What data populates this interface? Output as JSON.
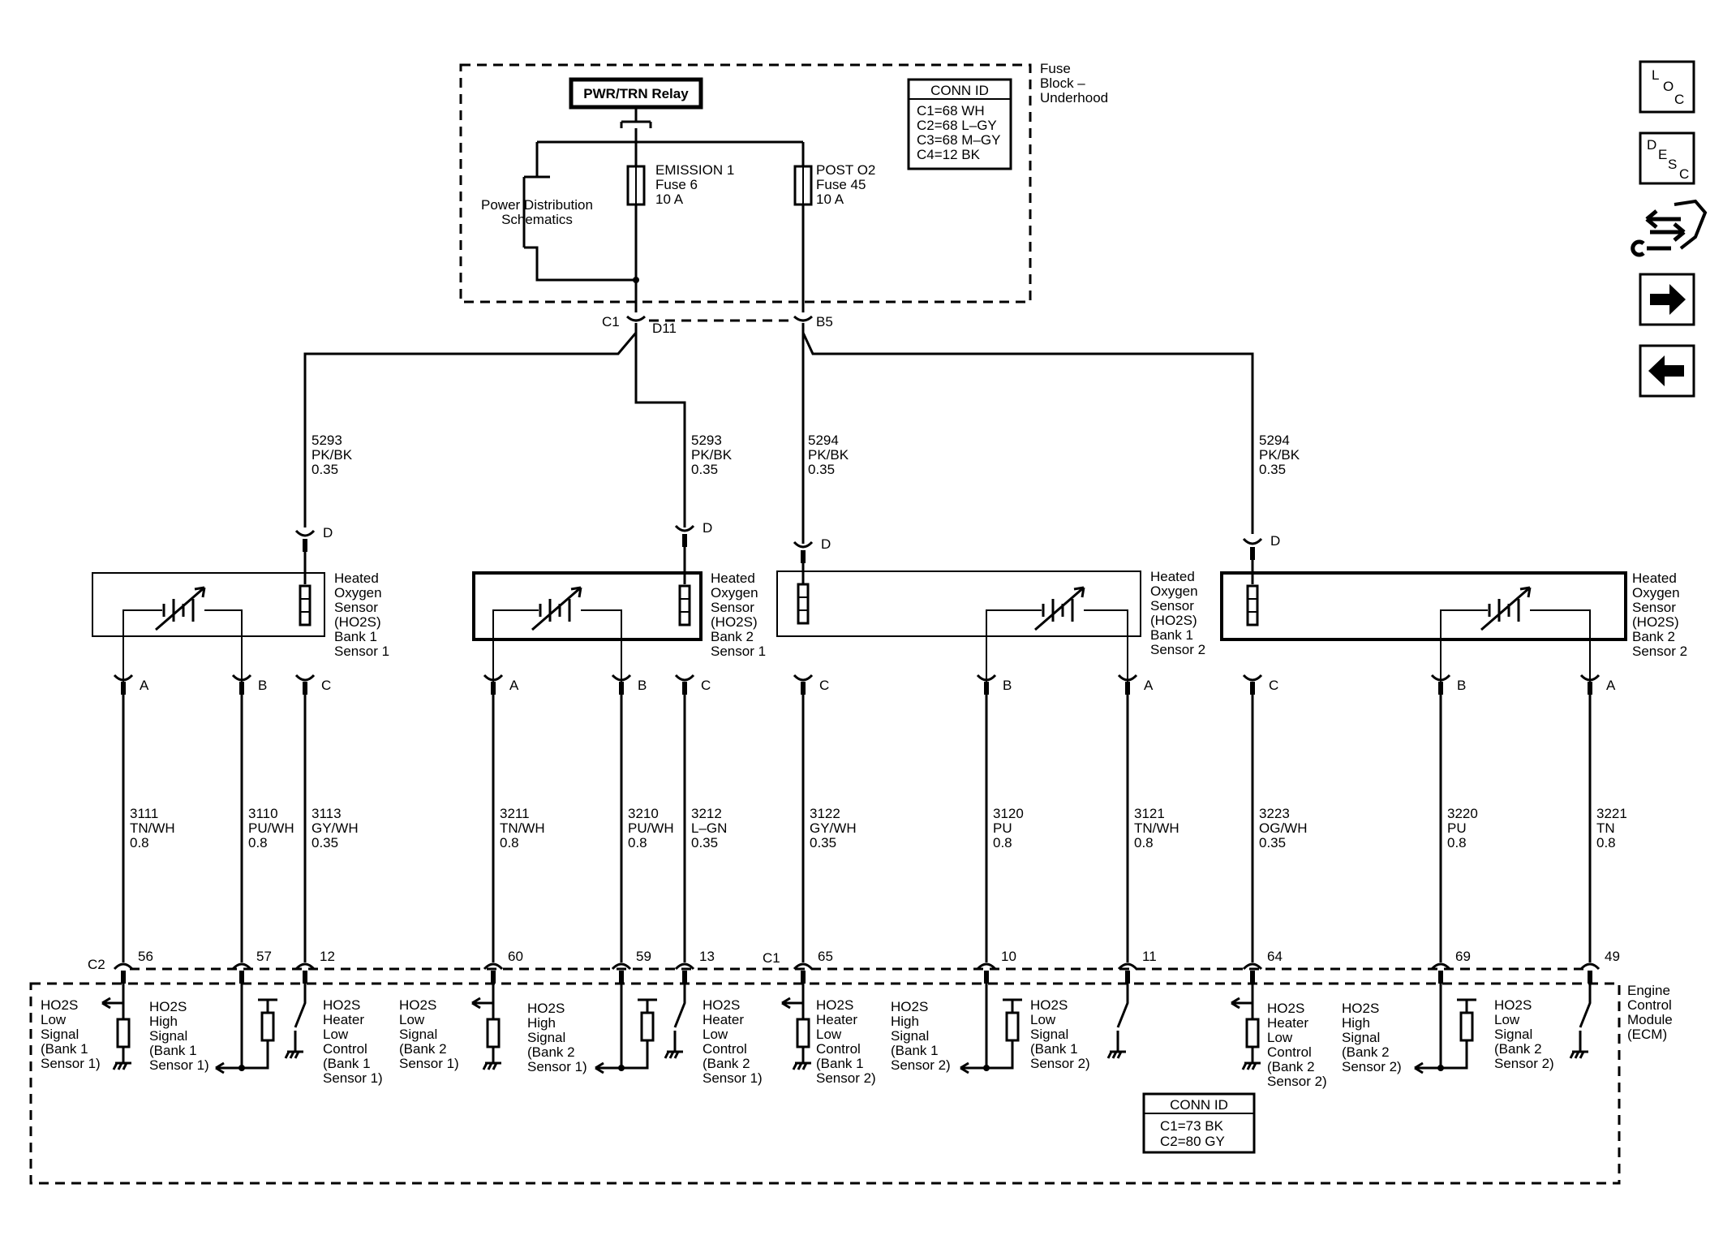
{
  "fuse_block": {
    "label_lines": [
      "Fuse",
      "Block –",
      "Underhood"
    ],
    "relay_label": "PWR/TRN Relay",
    "power_dist_lines": [
      "Power Distribution",
      "Schematics"
    ],
    "fuse1_lines": [
      "EMISSION 1",
      "Fuse 6",
      "10 A"
    ],
    "fuse2_lines": [
      "POST O2",
      "Fuse 45",
      "10 A"
    ],
    "conn_title": "CONN ID",
    "conn_lines": [
      "C1=68 WH",
      "C2=68 L–GY",
      "C3=68 M–GY",
      "C4=12 BK"
    ],
    "terminals": {
      "c1": "C1",
      "d11": "D11",
      "b5": "B5"
    }
  },
  "supply_wires": [
    {
      "circuit": "5293",
      "color": "PK/BK",
      "size": "0.35"
    },
    {
      "circuit": "5293",
      "color": "PK/BK",
      "size": "0.35"
    },
    {
      "circuit": "5294",
      "color": "PK/BK",
      "size": "0.35"
    },
    {
      "circuit": "5294",
      "color": "PK/BK",
      "size": "0.35"
    }
  ],
  "sensors": [
    {
      "label_lines": [
        "Heated",
        "Oxygen",
        "Sensor",
        "(HO2S)",
        "Bank 1",
        "Sensor 1"
      ],
      "pin_d": "D",
      "pins": [
        "A",
        "B",
        "C"
      ]
    },
    {
      "label_lines": [
        "Heated",
        "Oxygen",
        "Sensor",
        "(HO2S)",
        "Bank 2",
        "Sensor 1"
      ],
      "pin_d": "D",
      "pins": [
        "A",
        "B",
        "C"
      ]
    },
    {
      "label_lines": [
        "Heated",
        "Oxygen",
        "Sensor",
        "(HO2S)",
        "Bank 1",
        "Sensor 2"
      ],
      "pin_d": "D",
      "pins": [
        "C",
        "B",
        "A"
      ]
    },
    {
      "label_lines": [
        "Heated",
        "Oxygen",
        "Sensor",
        "(HO2S)",
        "Bank 2",
        "Sensor 2"
      ],
      "pin_d": "D",
      "pins": [
        "C",
        "B",
        "A"
      ]
    }
  ],
  "signal_wires": [
    {
      "circuit": "3111",
      "color": "TN/WH",
      "size": "0.8",
      "ecm_pin": "56"
    },
    {
      "circuit": "3110",
      "color": "PU/WH",
      "size": "0.8",
      "ecm_pin": "57"
    },
    {
      "circuit": "3113",
      "color": "GY/WH",
      "size": "0.35",
      "ecm_pin": "12"
    },
    {
      "circuit": "3211",
      "color": "TN/WH",
      "size": "0.8",
      "ecm_pin": "60"
    },
    {
      "circuit": "3210",
      "color": "PU/WH",
      "size": "0.8",
      "ecm_pin": "59"
    },
    {
      "circuit": "3212",
      "color": "L–GN",
      "size": "0.35",
      "ecm_pin": "13"
    },
    {
      "circuit": "3122",
      "color": "GY/WH",
      "size": "0.35",
      "ecm_pin": "65"
    },
    {
      "circuit": "3120",
      "color": "PU",
      "size": "0.8",
      "ecm_pin": "10"
    },
    {
      "circuit": "3121",
      "color": "TN/WH",
      "size": "0.8",
      "ecm_pin": "11"
    },
    {
      "circuit": "3223",
      "color": "OG/WH",
      "size": "0.35",
      "ecm_pin": "64"
    },
    {
      "circuit": "3220",
      "color": "PU",
      "size": "0.8",
      "ecm_pin": "69"
    },
    {
      "circuit": "3221",
      "color": "TN",
      "size": "0.8",
      "ecm_pin": "49"
    }
  ],
  "ecm": {
    "label_lines": [
      "Engine",
      "Control",
      "Module",
      "(ECM)"
    ],
    "c2": "C2",
    "c1": "C1",
    "conn_title": "CONN ID",
    "conn_lines": [
      "C1=73 BK",
      "C2=80 GY"
    ],
    "functions": [
      [
        "HO2S",
        "Low",
        "Signal",
        "(Bank 1",
        "Sensor 1)"
      ],
      [
        "HO2S",
        "High",
        "Signal",
        "(Bank 1",
        "Sensor 1)"
      ],
      [
        "HO2S",
        "Heater",
        "Low",
        "Control",
        "(Bank 1",
        "Sensor 1)"
      ],
      [
        "HO2S",
        "Low",
        "Signal",
        "(Bank 2",
        "Sensor 1)"
      ],
      [
        "HO2S",
        "High",
        "Signal",
        "(Bank 2",
        "Sensor 1)"
      ],
      [
        "HO2S",
        "Heater",
        "Low",
        "Control",
        "(Bank 2",
        "Sensor 1)"
      ],
      [
        "HO2S",
        "Heater",
        "Low",
        "Control",
        "(Bank 1",
        "Sensor 2)"
      ],
      [
        "HO2S",
        "High",
        "Signal",
        "(Bank 1",
        "Sensor 2)"
      ],
      [
        "HO2S",
        "Low",
        "Signal",
        "(Bank 1",
        "Sensor 2)"
      ],
      [
        "HO2S",
        "Heater",
        "Low",
        "Control",
        "(Bank 2",
        "Sensor 2)"
      ],
      [
        "HO2S",
        "High",
        "Signal",
        "(Bank 2",
        "Sensor 2)"
      ],
      [
        "HO2S",
        "Low",
        "Signal",
        "(Bank 2",
        "Sensor 2)"
      ]
    ]
  },
  "side_nav": [
    {
      "name": "loc-button",
      "icon": "loc-icon",
      "letters": [
        "L",
        "O",
        "C"
      ]
    },
    {
      "name": "desc-button",
      "icon": "desc-icon",
      "letters": [
        "D",
        "E",
        "S",
        "C"
      ]
    },
    {
      "name": "connector-end-view-button",
      "icon": "wrench-arrows-icon",
      "letters": []
    },
    {
      "name": "next-button",
      "icon": "arrow-right-icon",
      "letters": []
    },
    {
      "name": "previous-button",
      "icon": "arrow-left-icon",
      "letters": []
    }
  ]
}
